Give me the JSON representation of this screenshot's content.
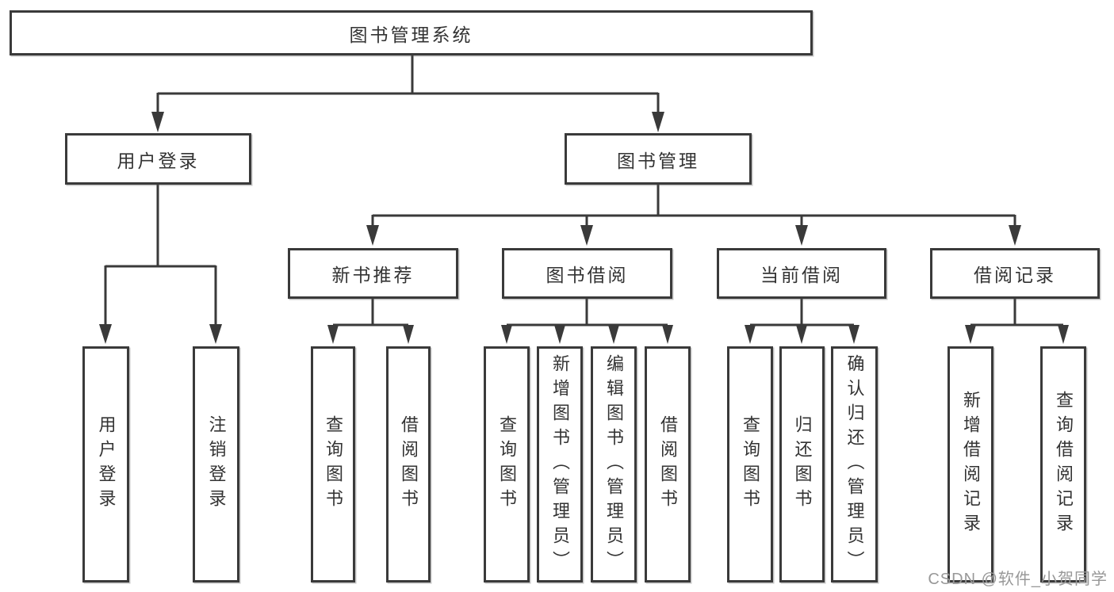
{
  "diagram": {
    "root": {
      "label": "图书管理系统",
      "children": [
        {
          "label": "用户登录",
          "children": [
            {
              "label": "用户登录"
            },
            {
              "label": "注销登录"
            }
          ]
        },
        {
          "label": "图书管理",
          "children": [
            {
              "label": "新书推荐",
              "children": [
                {
                  "label": "查询图书"
                },
                {
                  "label": "借阅图书"
                }
              ]
            },
            {
              "label": "图书借阅",
              "children": [
                {
                  "label": "查询图书"
                },
                {
                  "label": "新增图书（管理员）"
                },
                {
                  "label": "编辑图书（管理员）"
                },
                {
                  "label": "借阅图书"
                }
              ]
            },
            {
              "label": "当前借阅",
              "children": [
                {
                  "label": "查询图书"
                },
                {
                  "label": "归还图书"
                },
                {
                  "label": "确认归还（管理员）"
                }
              ]
            },
            {
              "label": "借阅记录",
              "children": [
                {
                  "label": "新增借阅记录"
                },
                {
                  "label": "查询借阅记录"
                }
              ]
            }
          ]
        }
      ]
    },
    "colors": {
      "line": "#3a3a3a",
      "text": "#333333",
      "box_background": "#ffffff",
      "page_background": "#ffffff",
      "watermark": "#989898"
    }
  },
  "watermark": {
    "text": "CSDN @软件_小贺同学"
  }
}
